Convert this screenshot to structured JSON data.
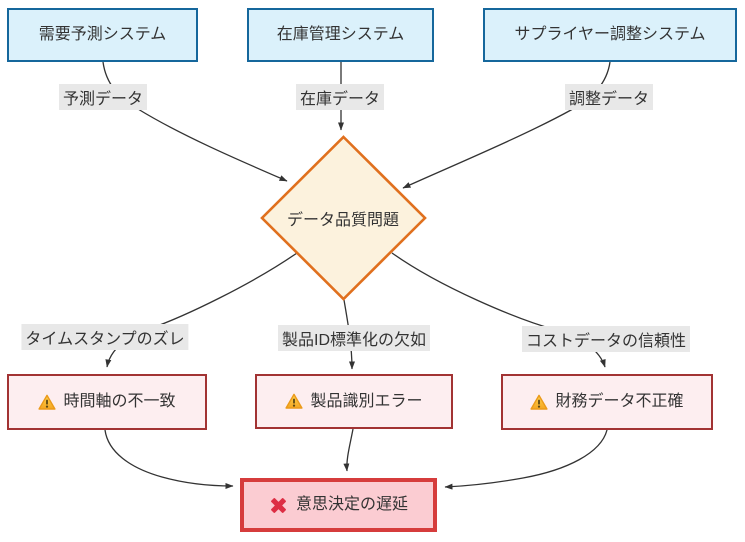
{
  "colors": {
    "canvas-bg": "#ffffff",
    "text": "#333333",
    "edge-line": "#333333",
    "label-bg": "#e8e8e8",
    "blue-fill": "#dbf1fb",
    "blue-border": "#15679c",
    "diamond-fill": "#fcf2dd",
    "diamond-border": "#e0701e",
    "alert-fill": "#fdeef0",
    "alert-border": "#a23333",
    "final-fill": "#fbccd2",
    "final-border": "#d63c3c",
    "warning-yellow-top": "#fdd14d",
    "warning-yellow-bottom": "#f4a622",
    "warning-mark": "#5b4714",
    "cross-red": "#dd2e44"
  },
  "nodes": {
    "demand": {
      "label": "需要予測システム"
    },
    "inventory": {
      "label": "在庫管理システム"
    },
    "supplier": {
      "label": "サプライヤー調整システム"
    },
    "issue": {
      "label": "データ品質問題"
    },
    "time_mismatch": {
      "label": "時間軸の不一致"
    },
    "product_error": {
      "label": "製品識別エラー"
    },
    "finance_inaccurate": {
      "label": "財務データ不正確"
    },
    "decision_delay": {
      "label": "意思決定の遅延"
    }
  },
  "edge_labels": {
    "forecast": "予測データ",
    "inventory": "在庫データ",
    "coordination": "調整データ",
    "timestamp": "タイムスタンプのズレ",
    "product_id": "製品ID標準化の欠如",
    "cost": "コストデータの信頼性"
  },
  "edges": [
    {
      "from": "需要予測システム",
      "to": "データ品質問題",
      "label": "予測データ"
    },
    {
      "from": "在庫管理システム",
      "to": "データ品質問題",
      "label": "在庫データ"
    },
    {
      "from": "サプライヤー調整システム",
      "to": "データ品質問題",
      "label": "調整データ"
    },
    {
      "from": "データ品質問題",
      "to": "時間軸の不一致",
      "label": "タイムスタンプのズレ"
    },
    {
      "from": "データ品質問題",
      "to": "製品識別エラー",
      "label": "製品ID標準化の欠如"
    },
    {
      "from": "データ品質問題",
      "to": "財務データ不正確",
      "label": "コストデータの信頼性"
    },
    {
      "from": "時間軸の不一致",
      "to": "意思決定の遅延",
      "label": ""
    },
    {
      "from": "製品識別エラー",
      "to": "意思決定の遅延",
      "label": ""
    },
    {
      "from": "財務データ不正確",
      "to": "意思決定の遅延",
      "label": ""
    }
  ],
  "icons": {
    "warning": "⚠",
    "cross": "✖"
  }
}
